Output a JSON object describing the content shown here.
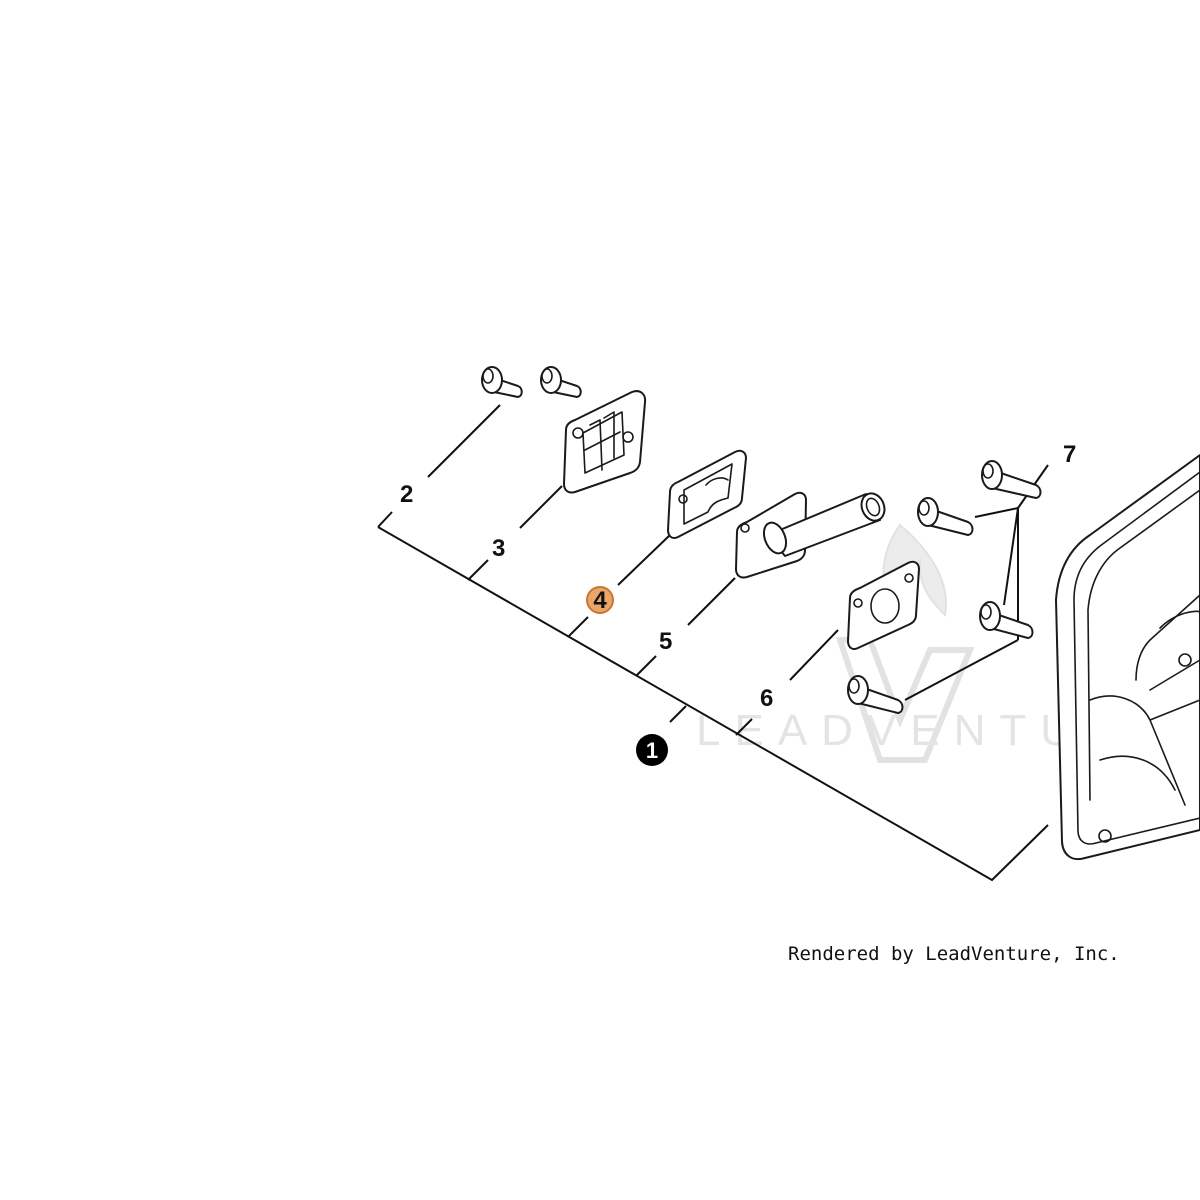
{
  "diagram": {
    "callouts": {
      "c1": "1",
      "c2": "2",
      "c3": "3",
      "c4": "4",
      "c5": "5",
      "c6": "6",
      "c7": "7"
    },
    "highlight_color": "#e8a66a",
    "highlight_stroke": "#c9772e",
    "main_callout_color": "#000000",
    "watermark": "LEADVENTURE",
    "credit": "Rendered by LeadVenture, Inc."
  }
}
